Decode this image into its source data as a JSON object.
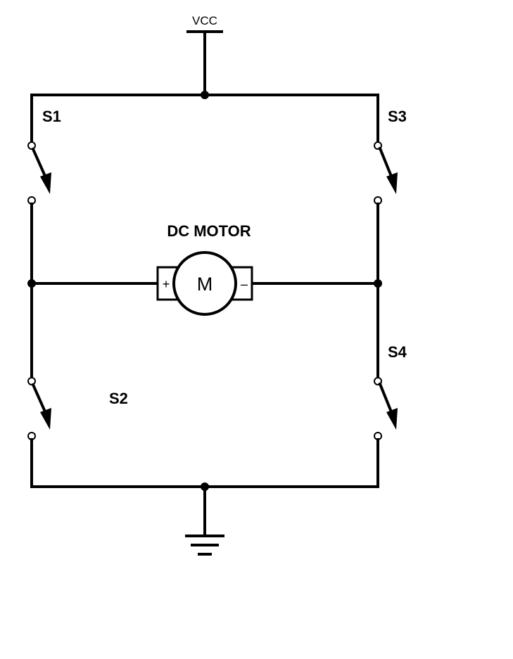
{
  "labels": {
    "supply": "VCC",
    "motor_title": "DC MOTOR",
    "motor_symbol": "M",
    "motor_plus": "+",
    "motor_minus": "–",
    "switch_s1": "S1",
    "switch_s2": "S2",
    "switch_s3": "S3",
    "switch_s4": "S4"
  },
  "colors": {
    "stroke": "#000000",
    "background": "#ffffff"
  }
}
